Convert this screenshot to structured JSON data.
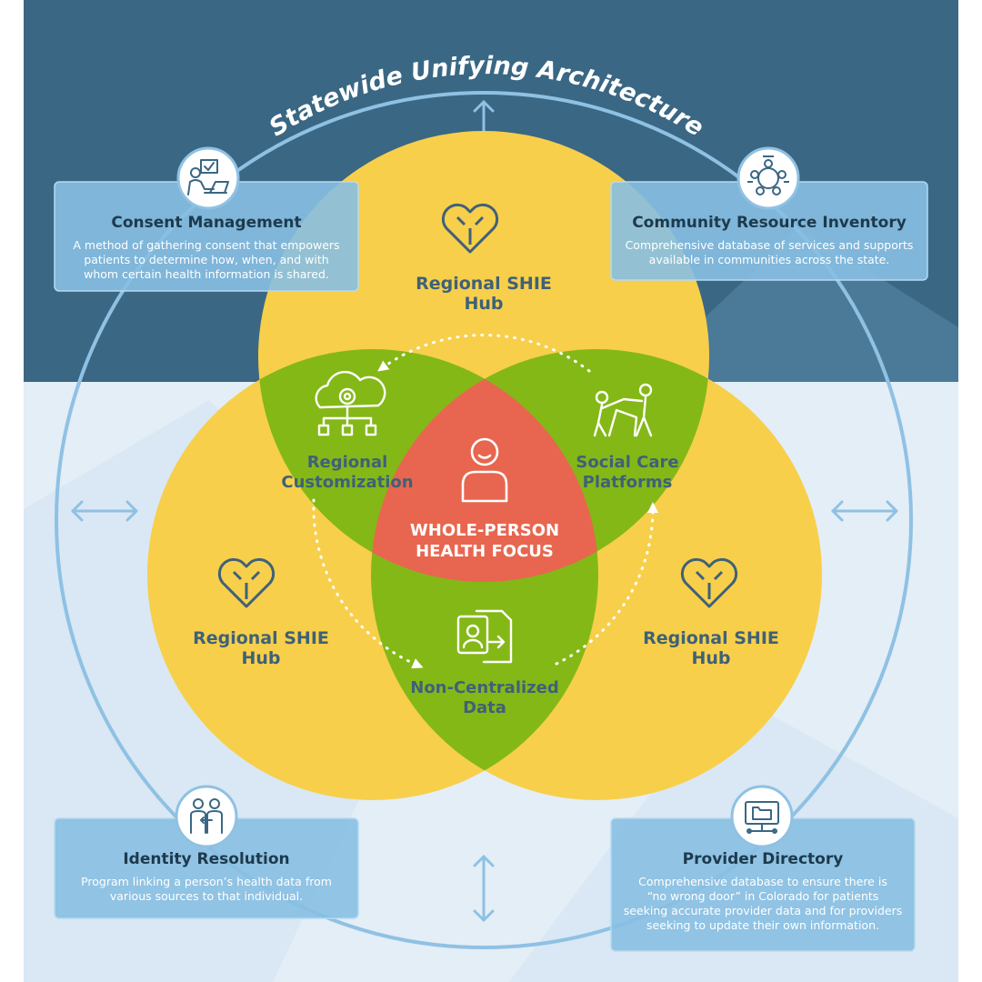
{
  "title": "Statewide Unifying Architecture",
  "colors": {
    "top_band": "#3a6783",
    "bottom_bg": "#e3eef7",
    "ring": "#8fc1e3",
    "yellow": "#f7cf4b",
    "green": "#84b817",
    "center": "#e8664f",
    "box_fill": "#87bfe2",
    "label_text": "#3f6178",
    "dark_text": "#1d3a4c"
  },
  "hubs": {
    "top": {
      "line1": "Regional SHIE",
      "line2": "Hub",
      "icon": "puzzle-heart-icon"
    },
    "left": {
      "line1": "Regional SHIE",
      "line2": "Hub",
      "icon": "puzzle-heart-icon"
    },
    "right": {
      "line1": "Regional SHIE",
      "line2": "Hub",
      "icon": "puzzle-heart-icon"
    }
  },
  "overlaps": {
    "top_left": {
      "line1": "Regional",
      "line2": "Customization",
      "icon": "cloud-gear-network-icon"
    },
    "top_right": {
      "line1": "Social Care",
      "line2": "Platforms",
      "icon": "people-helping-icon"
    },
    "bottom": {
      "line1": "Non-Centralized",
      "line2": "Data",
      "icon": "data-transfer-document-icon"
    }
  },
  "center": {
    "line1": "WHOLE-PERSON",
    "line2": "HEALTH FOCUS",
    "icon": "person-icon"
  },
  "boxes": {
    "consent": {
      "title": "Consent Management",
      "lines": [
        "A method of gathering consent that empowers",
        "patients to determine how, when, and with",
        "whom certain health information is shared."
      ],
      "icon": "person-laptop-checklist-icon"
    },
    "community": {
      "title": "Community Resource Inventory",
      "lines": [
        "Comprehensive database of services and supports",
        "available in communities across the state."
      ],
      "icon": "community-network-icon"
    },
    "identity": {
      "title": "Identity Resolution",
      "lines": [
        "Program linking a person’s health data from",
        "various sources to that individual."
      ],
      "icon": "identity-people-icon"
    },
    "provider": {
      "title": "Provider Directory",
      "lines": [
        "Comprehensive database to ensure there is",
        "“no wrong door” in Colorado for patients",
        "seeking accurate provider data and for providers",
        "seeking to update their own information."
      ],
      "icon": "monitor-directory-icon"
    }
  }
}
